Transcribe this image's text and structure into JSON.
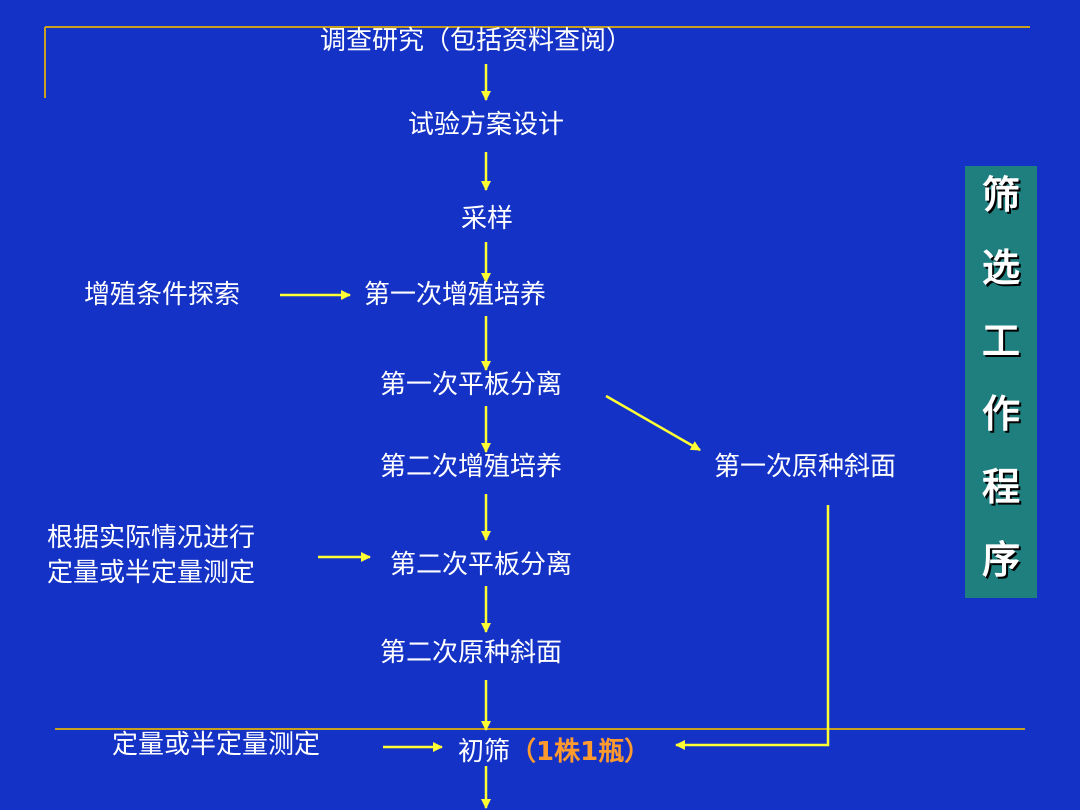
{
  "colors": {
    "background": "#1432c6",
    "arrow": "#ffff33",
    "frame": "#c8a020",
    "sidebar": "#1f7f7f",
    "highlight": "#ff9a2e"
  },
  "steps": {
    "research": "调查研究（包括资料查阅）",
    "design": "试验方案设计",
    "sampling": "采样",
    "enrich1": "第一次增殖培养",
    "plate1": "第一次平板分离",
    "enrich2": "第二次增殖培养",
    "slant1": "第一次原种斜面",
    "plate2": "第二次平板分离",
    "slant2": "第二次原种斜面",
    "primary_screen": "初筛",
    "primary_screen_note": "（1株1瓶）"
  },
  "side_inputs": {
    "enrich_conditions": "增殖条件探索",
    "measure_by_situation": "根据实际情况进行定量或半定量测定",
    "measure": "定量或半定量测定"
  },
  "sidebar": {
    "chars": [
      "筛",
      "选",
      "工",
      "作",
      "程",
      "序"
    ]
  }
}
